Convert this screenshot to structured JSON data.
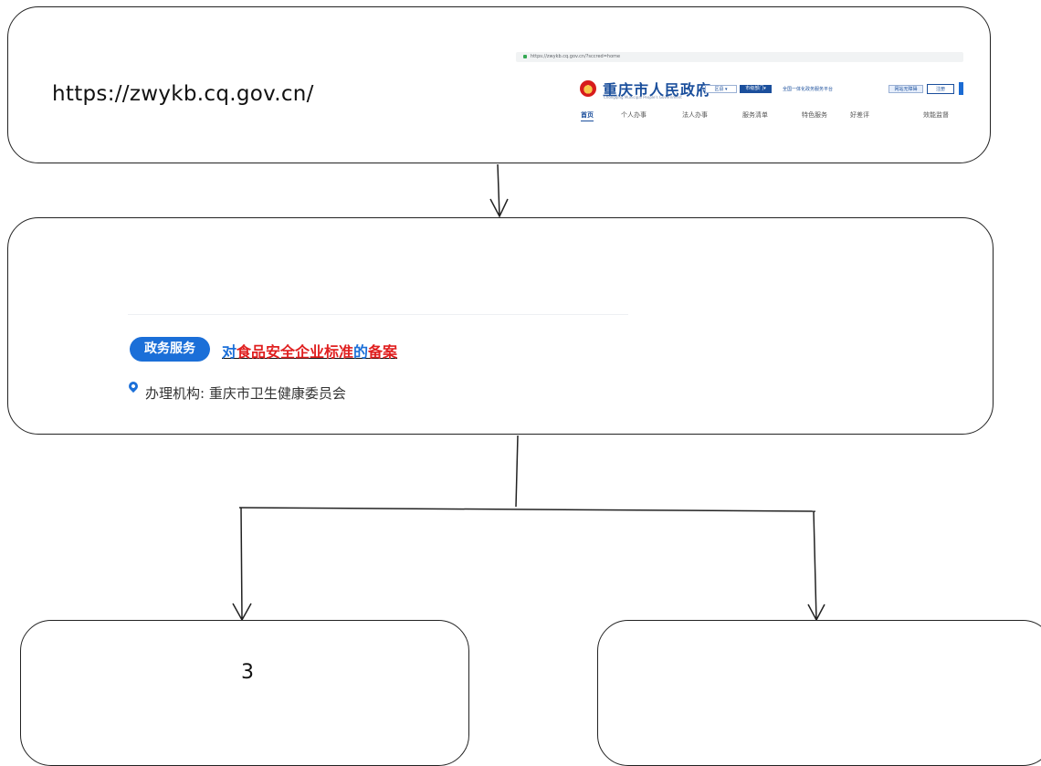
{
  "top": {
    "url": "https://zwykb.cq.gov.cn/",
    "screenshot": {
      "address_bar": "https://zwykb.cq.gov.cn/?sccred=home",
      "site_title": "重庆市人民政府",
      "site_subtitle": "Chongqing Municipal People's Government",
      "district_select": "区县",
      "dept_select": "市级部门",
      "platform_link": "全国一体化政务服务平台",
      "accessible_button": "网站无障碍",
      "register_button": "注册",
      "nav": [
        "首页",
        "个人办事",
        "法人办事",
        "服务清单",
        "特色服务",
        "好差评",
        "效能监督"
      ]
    }
  },
  "middle": {
    "tag": "政务服务",
    "title_parts": [
      "对",
      "食品安全企业标准",
      "的",
      "备案"
    ],
    "agency": "办理机构: 重庆市卫生健康委员会"
  },
  "bottom_left": {
    "text": "3"
  },
  "bottom_right": {
    "text": ""
  }
}
